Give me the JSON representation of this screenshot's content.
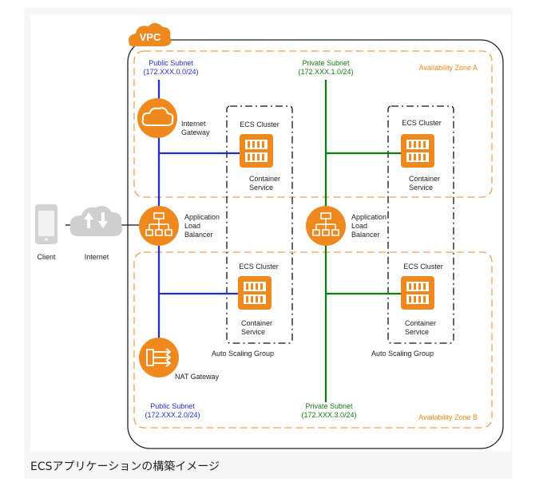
{
  "vpc_label": "VPC",
  "availability_zones": [
    "Availability Zone A",
    "Availability Zone B"
  ],
  "subnets": {
    "public_a": {
      "name": "Public Subnet",
      "cidr": "(172.XXX.0.0/24)"
    },
    "private_a": {
      "name": "Private Subnet",
      "cidr": "(172.XXX.1.0/24)"
    },
    "public_b": {
      "name": "Public Subnet",
      "cidr": "(172.XXX.2.0/24)"
    },
    "private_b": {
      "name": "Private Subnet",
      "cidr": "(172.XXX.3.0/24)"
    }
  },
  "nodes": {
    "client": "Client",
    "internet": "Internet",
    "internet_gateway": [
      "Internet",
      "Gateway"
    ],
    "alb": [
      "Application",
      "Load",
      "Balancer"
    ],
    "nat_gateway": "NAT Gateway",
    "ecs_cluster": "ECS Cluster",
    "container_service": [
      "Container",
      "Service"
    ],
    "auto_scaling_group": "Auto Scaling Group"
  },
  "caption": "ECSアプリケーションの構築イメージ",
  "colors": {
    "public_line": "#1f2fd0",
    "private_line": "#137a13",
    "aws_orange": "#f0891d",
    "az_border": "#f0a050"
  }
}
